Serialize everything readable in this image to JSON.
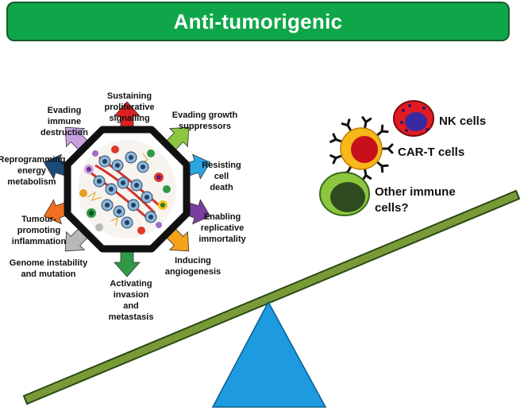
{
  "title": "Anti-tumorigenic",
  "hallmarks": {
    "top": [
      "Sustaining",
      "proliferative",
      "signalling"
    ],
    "top_right": [
      "Evading growth",
      "suppressors"
    ],
    "right_upper": [
      "Resisting",
      "cell",
      "death"
    ],
    "right_lower": [
      "Enabling",
      "replicative",
      "immortality"
    ],
    "bottom_right": [
      "Inducing",
      "angiogenesis"
    ],
    "bottom": [
      "Activating",
      "invasion",
      "and",
      "metastasis"
    ],
    "bottom_left": [
      "Genome instability",
      "and mutation"
    ],
    "left_lower": [
      "Tumour-",
      "promoting",
      "inflammation"
    ],
    "left_upper": [
      "Reprogramming",
      "energy",
      "metabolism"
    ],
    "top_left": [
      "Evading",
      "immune",
      "destruction"
    ]
  },
  "cells": {
    "nk": "NK cells",
    "cart": "CAR-T cells",
    "other_1": "Other immune",
    "other_2": "cells?"
  },
  "colors": {
    "banner": "#0fa64a",
    "beam": "#7a9a3a",
    "fulcrum": "#1e9be0",
    "arrow_top": "#e02020",
    "arrow_top_right": "#8dc63f",
    "arrow_right_upper": "#29a6e0",
    "arrow_right_lower": "#7a3ea0",
    "arrow_bottom_right": "#f6a11a",
    "arrow_bottom": "#2e9a48",
    "arrow_bottom_left": "#b8b8b8",
    "arrow_left_lower": "#f07020",
    "arrow_left_upper": "#1c4a78",
    "arrow_top_left": "#c8a2e0"
  }
}
